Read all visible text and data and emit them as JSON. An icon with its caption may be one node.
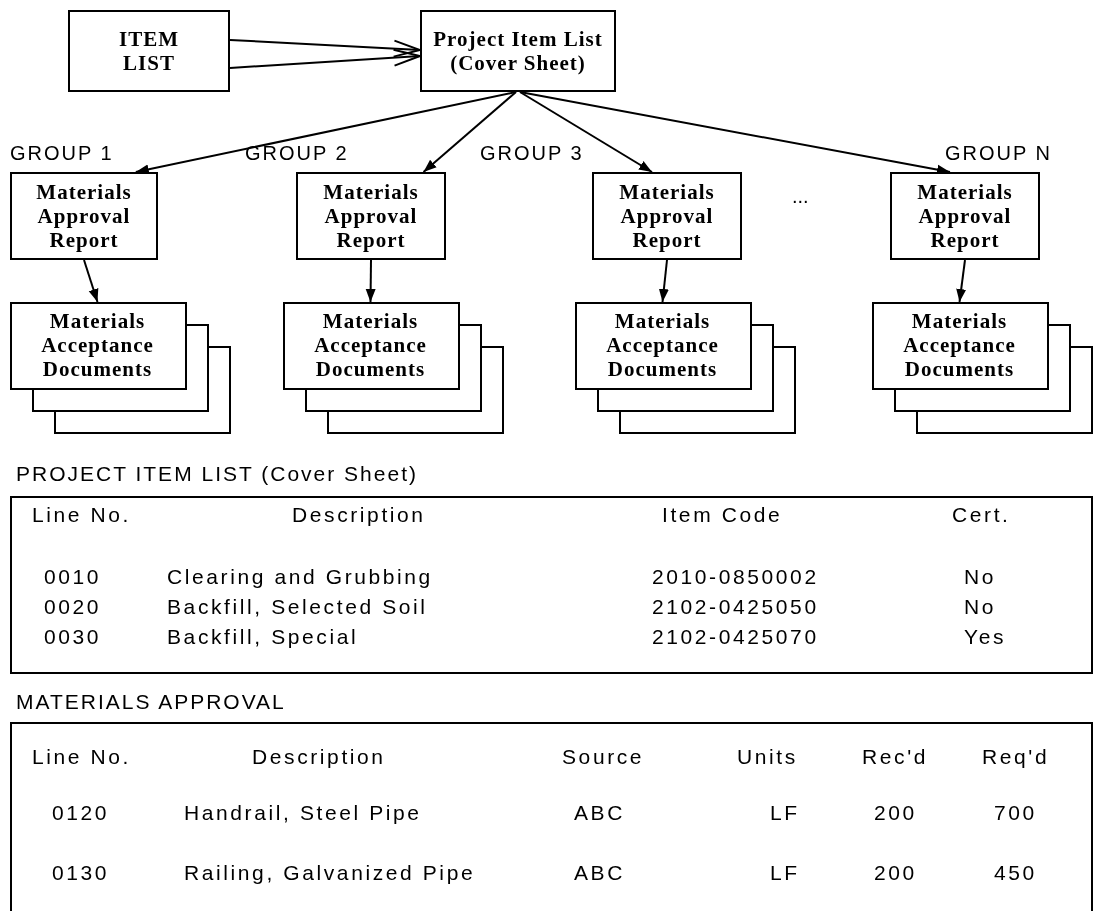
{
  "diagram": {
    "nodes": [
      {
        "text": [
          "ITEM LIST"
        ]
      },
      {
        "text": [
          "Project Item List (Cover Sheet)"
        ]
      },
      {
        "text": [
          "Materials Approval Report"
        ],
        "beside": [
          "GROUP 1"
        ]
      },
      {
        "text": [
          "Materials Approval Report"
        ],
        "beside": [
          "GROUP 2"
        ]
      },
      {
        "text": [
          "Materials Approval Report"
        ],
        "beside": [
          "GROUP 3"
        ]
      },
      {
        "text": [
          "Materials Approval Report"
        ],
        "beside": [
          "GROUP N"
        ]
      },
      {
        "text": [
          "Materials Acceptance Documents"
        ]
      },
      {
        "text": [
          "Materials Acceptance Documents"
        ]
      },
      {
        "text": [
          "Materials Acceptance Documents"
        ]
      },
      {
        "text": [
          "Materials Acceptance Documents"
        ]
      },
      {
        "text": [
          "PROJECT ITEM LIST (Cover Sheet)"
        ]
      },
      {
        "text": [
          "MATERIALS APPROVAL"
        ]
      }
    ],
    "edges": [
      {
        "from": 0,
        "to": 1,
        "arrow": "to"
      },
      {
        "from": 0,
        "to": 1,
        "arrow": "to"
      },
      {
        "from": 1,
        "to": 2,
        "arrow": "to"
      },
      {
        "from": 1,
        "to": 3,
        "arrow": "to"
      },
      {
        "from": 1,
        "to": 4,
        "arrow": "to"
      },
      {
        "from": 1,
        "to": 5,
        "arrow": "to"
      },
      {
        "from": 2,
        "to": 6,
        "arrow": "to"
      },
      {
        "from": 3,
        "to": 7,
        "arrow": "to"
      },
      {
        "from": 4,
        "to": 8,
        "arrow": "to"
      },
      {
        "from": 5,
        "to": 9,
        "arrow": "to"
      }
    ],
    "labels": [
      "...",
      "Line No.",
      "Description",
      "Item Code",
      "Cert.",
      "0010",
      "Clearing and Grubbing",
      "2010-0850002",
      "No",
      "0020",
      "Backfill, Selected Soil",
      "2102-0425050",
      "No",
      "0030",
      "Backfill, Special",
      "2102-0425070",
      "Yes",
      "Line No.",
      "Description",
      "Source",
      "Units",
      "Rec'd",
      "Req'd",
      "0120",
      "Handrail, Steel Pipe",
      "ABC",
      "LF",
      "200",
      "700",
      "0130",
      "Railing, Galvanized Pipe",
      "ABC",
      "LF",
      "200",
      "450"
    ]
  }
}
